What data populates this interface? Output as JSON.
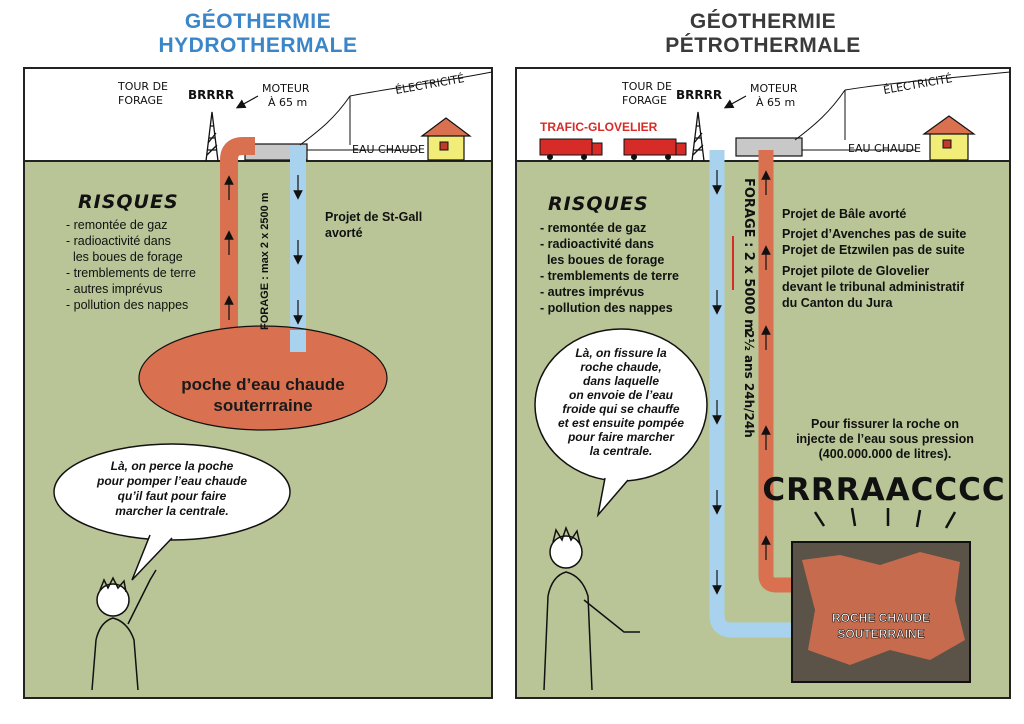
{
  "left_panel": {
    "title_line1": "GÉOTHERMIE",
    "title_line2": "HYDROTHERMALE",
    "tour_forage_1": "TOUR DE",
    "tour_forage_2": "FORAGE",
    "brrrr": "BRRRR",
    "moteur_1": "MOTEUR",
    "moteur_2": "À 65 m",
    "electricite": "ÉLECTRICITÉ",
    "eau_chaude": "EAU CHAUDE",
    "risques_title": "RISQUES",
    "risques": [
      "- remontée de gaz",
      "- radioactivité dans",
      "  les boues de forage",
      "- tremblements de terre",
      "- autres imprévus",
      "- pollution des nappes"
    ],
    "projet_1": "Projet de St-Gall",
    "projet_2": "avorté",
    "forage": "FORAGE : max 2 x 2500 m",
    "poche_1": "poche d’eau chaude",
    "poche_2": "souterrraine",
    "bubble": [
      "Là, on perce la poche",
      "pour pomper l’eau chaude",
      "qu’il faut pour faire",
      "marcher la centrale."
    ]
  },
  "right_panel": {
    "title_line1": "GÉOTHERMIE",
    "title_line2": "PÉTROTHERMALE",
    "tour_forage_1": "TOUR DE",
    "tour_forage_2": "FORAGE",
    "brrrr": "BRRRR",
    "moteur_1": "MOTEUR",
    "moteur_2": "À 65 m",
    "electricite": "ÉLECTRICITÉ",
    "eau_chaude": "EAU CHAUDE",
    "trafic": "TRAFIC-GLOVELIER",
    "risques_title": "RISQUES",
    "risques": [
      "- remontée de gaz",
      "- radioactivité dans",
      "  les boues de forage",
      "- tremblements de terre",
      "- autres imprévus",
      "- pollution des nappes"
    ],
    "forage": "FORAGE : 2 x 5000 m",
    "duree": "2½ ans 24h/24h",
    "projets": [
      "Projet de Bâle avorté",
      "Projet d’Avenches pas de suite",
      "Projet de Etzwilen pas de suite",
      "Projet pilote de Glovelier",
      "devant le tribunal administratif",
      "du Canton du Jura"
    ],
    "bubble": [
      "Là, on fissure la",
      "roche chaude,",
      "dans laquelle",
      "on envoie de l’eau",
      "froide qui se chauffe",
      "et est ensuite pompée",
      "pour faire marcher",
      "la centrale."
    ],
    "fissure_note": [
      "Pour fissurer la roche on",
      "injecte de l’eau sous pression",
      "(400.000.000  de litres)."
    ],
    "crack": "CRRRAACCCC",
    "roche_1": "ROCHE CHAUDE",
    "roche_2": "SOUTERRAINE"
  },
  "colors": {
    "ground": "#b9c597",
    "hot": "#d9704f",
    "cold": "#a9d2ee",
    "title_left": "#3b86c8",
    "title_right": "#3a3a3a",
    "truck": "#d62b26"
  }
}
